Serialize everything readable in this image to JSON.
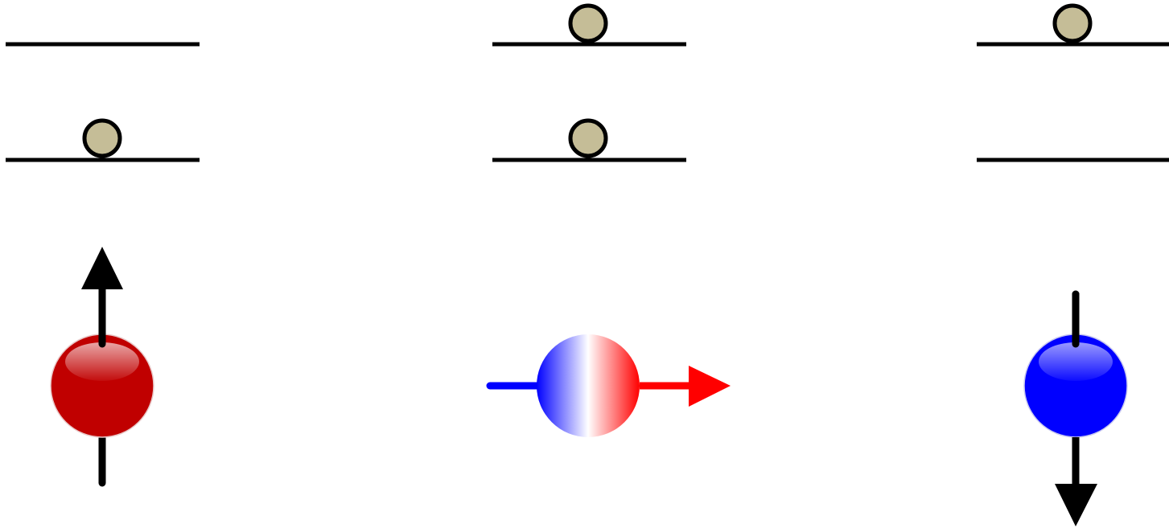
{
  "diagram": {
    "panels": [
      {
        "id": "spin-up",
        "levels": {
          "upper_occupied": false,
          "lower_occupied": true
        },
        "spin": {
          "orientation": "up",
          "sphere_color": "#c00000",
          "arrow_color": "#000000"
        }
      },
      {
        "id": "superposition",
        "levels": {
          "upper_occupied": true,
          "lower_occupied": true
        },
        "spin": {
          "orientation": "horizontal",
          "gradient_colors": [
            "#0000ff",
            "#ffffff",
            "#ff0000"
          ],
          "arrow_color": "#ff0000",
          "tail_color": "#0000ff"
        }
      },
      {
        "id": "spin-down",
        "levels": {
          "upper_occupied": true,
          "lower_occupied": false
        },
        "spin": {
          "orientation": "down",
          "sphere_color": "#0000ff",
          "arrow_color": "#000000"
        }
      }
    ],
    "colors": {
      "line": "#000000",
      "particle_fill": "#c5bd97",
      "particle_stroke": "#000000"
    }
  }
}
